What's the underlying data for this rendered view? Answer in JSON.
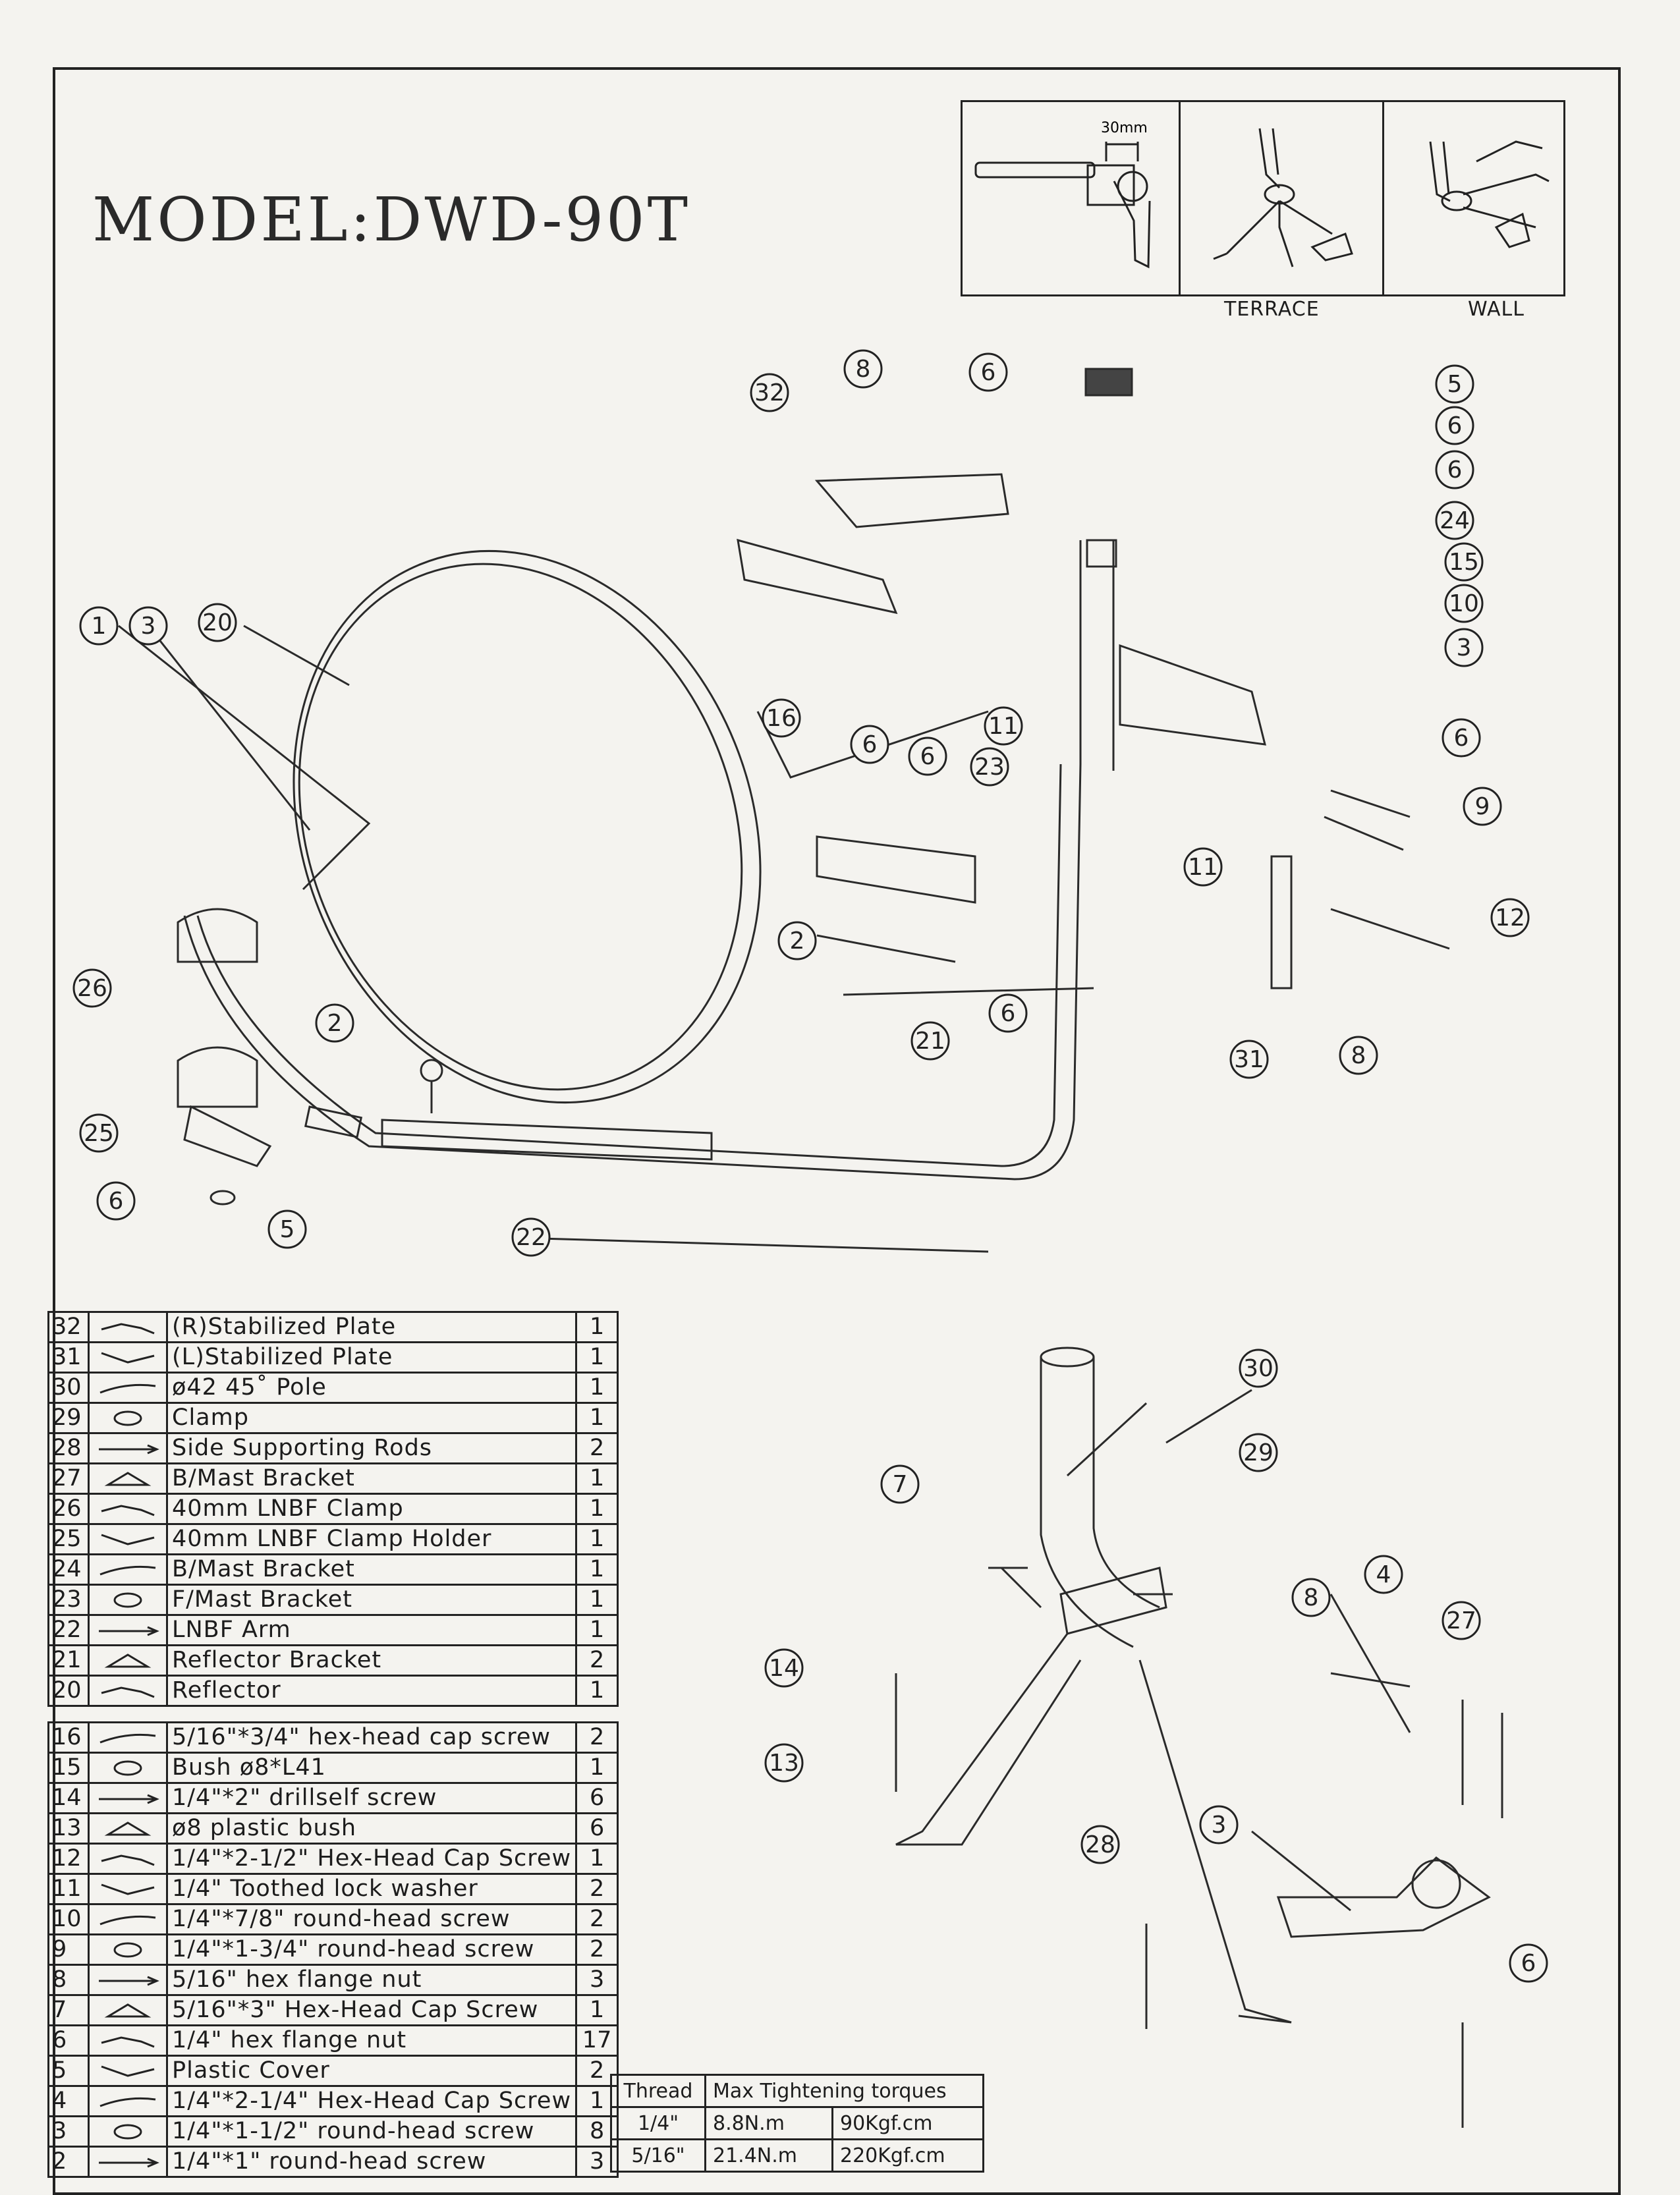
{
  "title": "MODEL:DWD-90T",
  "inset": {
    "dimension_label": "30mm",
    "labels": [
      "TERRACE",
      "WALL"
    ]
  },
  "callouts": [
    "32",
    "8",
    "6",
    "5",
    "6",
    "6",
    "24",
    "15",
    "10",
    "3",
    "1",
    "3",
    "20",
    "16",
    "6",
    "6",
    "11",
    "23",
    "6",
    "9",
    "11",
    "12",
    "2",
    "21",
    "6",
    "31",
    "8",
    "26",
    "2",
    "25",
    "6",
    "5",
    "22",
    "30",
    "29",
    "7",
    "4",
    "8",
    "27",
    "14",
    "13",
    "28",
    "3",
    "6"
  ],
  "parts": [
    {
      "no": "32",
      "icon": "stabilized-plate-r-icon",
      "name": "(R)Stabilized Plate",
      "qty": "1"
    },
    {
      "no": "31",
      "icon": "stabilized-plate-l-icon",
      "name": "(L)Stabilized Plate",
      "qty": "1"
    },
    {
      "no": "30",
      "icon": "pole-icon",
      "name": "ø42 45˚ Pole",
      "qty": "1"
    },
    {
      "no": "29",
      "icon": "clamp-icon",
      "name": "Clamp",
      "qty": "1"
    },
    {
      "no": "28",
      "icon": "supporting-rod-icon",
      "name": "Side Supporting Rods",
      "qty": "2"
    },
    {
      "no": "27",
      "icon": "b-mast-bracket-icon",
      "name": "B/Mast Bracket",
      "qty": "1"
    },
    {
      "no": "26",
      "icon": "lnbf-clamp-icon",
      "name": "40mm LNBF Clamp",
      "qty": "1"
    },
    {
      "no": "25",
      "icon": "lnbf-clamp-holder-icon",
      "name": "40mm LNBF Clamp Holder",
      "qty": "1"
    },
    {
      "no": "24",
      "icon": "b-mast-bracket-small-icon",
      "name": "B/Mast Bracket",
      "qty": "1"
    },
    {
      "no": "23",
      "icon": "f-mast-bracket-icon",
      "name": "F/Mast Bracket",
      "qty": "1"
    },
    {
      "no": "22",
      "icon": "lnbf-arm-icon",
      "name": "LNBF Arm",
      "qty": "1"
    },
    {
      "no": "21",
      "icon": "reflector-bracket-icon",
      "name": "Reflector Bracket",
      "qty": "2"
    },
    {
      "no": "20",
      "icon": "reflector-icon",
      "name": "Reflector",
      "qty": "1"
    },
    {
      "gap": true
    },
    {
      "no": "16",
      "icon": "hex-cap-screw-icon",
      "name": "5/16\"*3/4\" hex-head cap screw",
      "qty": "2"
    },
    {
      "no": "15",
      "icon": "bush-icon",
      "name": "Bush ø8*L41",
      "qty": "1"
    },
    {
      "no": "14",
      "icon": "drill-screw-icon",
      "name": "1/4\"*2\" drillself screw",
      "qty": "6"
    },
    {
      "no": "13",
      "icon": "plastic-bush-icon",
      "name": "ø8 plastic bush",
      "qty": "6"
    },
    {
      "no": "12",
      "icon": "hex-cap-screw-long-icon",
      "name": "1/4\"*2-1/2\" Hex-Head Cap Screw",
      "qty": "1"
    },
    {
      "no": "11",
      "icon": "lock-washer-icon",
      "name": "1/4\" Toothed lock washer",
      "qty": "2"
    },
    {
      "no": "10",
      "icon": "round-head-screw-icon",
      "name": "1/4\"*7/8\" round-head  screw",
      "qty": "2"
    },
    {
      "no": "9",
      "icon": "round-head-screw-long-icon",
      "name": "1/4\"*1-3/4\" round-head  screw",
      "qty": "2"
    },
    {
      "no": "8",
      "icon": "flange-nut-large-icon",
      "name": "5/16\" hex flange nut",
      "qty": "3"
    },
    {
      "no": "7",
      "icon": "hex-cap-screw-3-icon",
      "name": "5/16\"*3\" Hex-Head Cap Screw",
      "qty": "1"
    },
    {
      "no": "6",
      "icon": "flange-nut-icon",
      "name": "1/4\" hex flange nut",
      "qty": "17"
    },
    {
      "no": "5",
      "icon": "plastic-cover-icon",
      "name": "Plastic Cover",
      "qty": "2"
    },
    {
      "no": "4",
      "icon": "hex-cap-screw-2-icon",
      "name": "1/4\"*2-1/4\" Hex-Head Cap Screw",
      "qty": "1"
    },
    {
      "no": "3",
      "icon": "round-head-screw-1-icon",
      "name": "1/4\"*1-1/2\" round-head  screw",
      "qty": "8"
    },
    {
      "no": "2",
      "icon": "round-head-screw-short-icon",
      "name": "1/4\"*1\" round-head  screw",
      "qty": "3"
    }
  ],
  "torque_table": {
    "headers": [
      "Thread",
      "Max Tightening torques",
      ""
    ],
    "rows": [
      [
        "1/4\"",
        "8.8N.m",
        "90Kgf.cm"
      ],
      [
        "5/16\"",
        "21.4N.m",
        "220Kgf.cm"
      ]
    ]
  }
}
